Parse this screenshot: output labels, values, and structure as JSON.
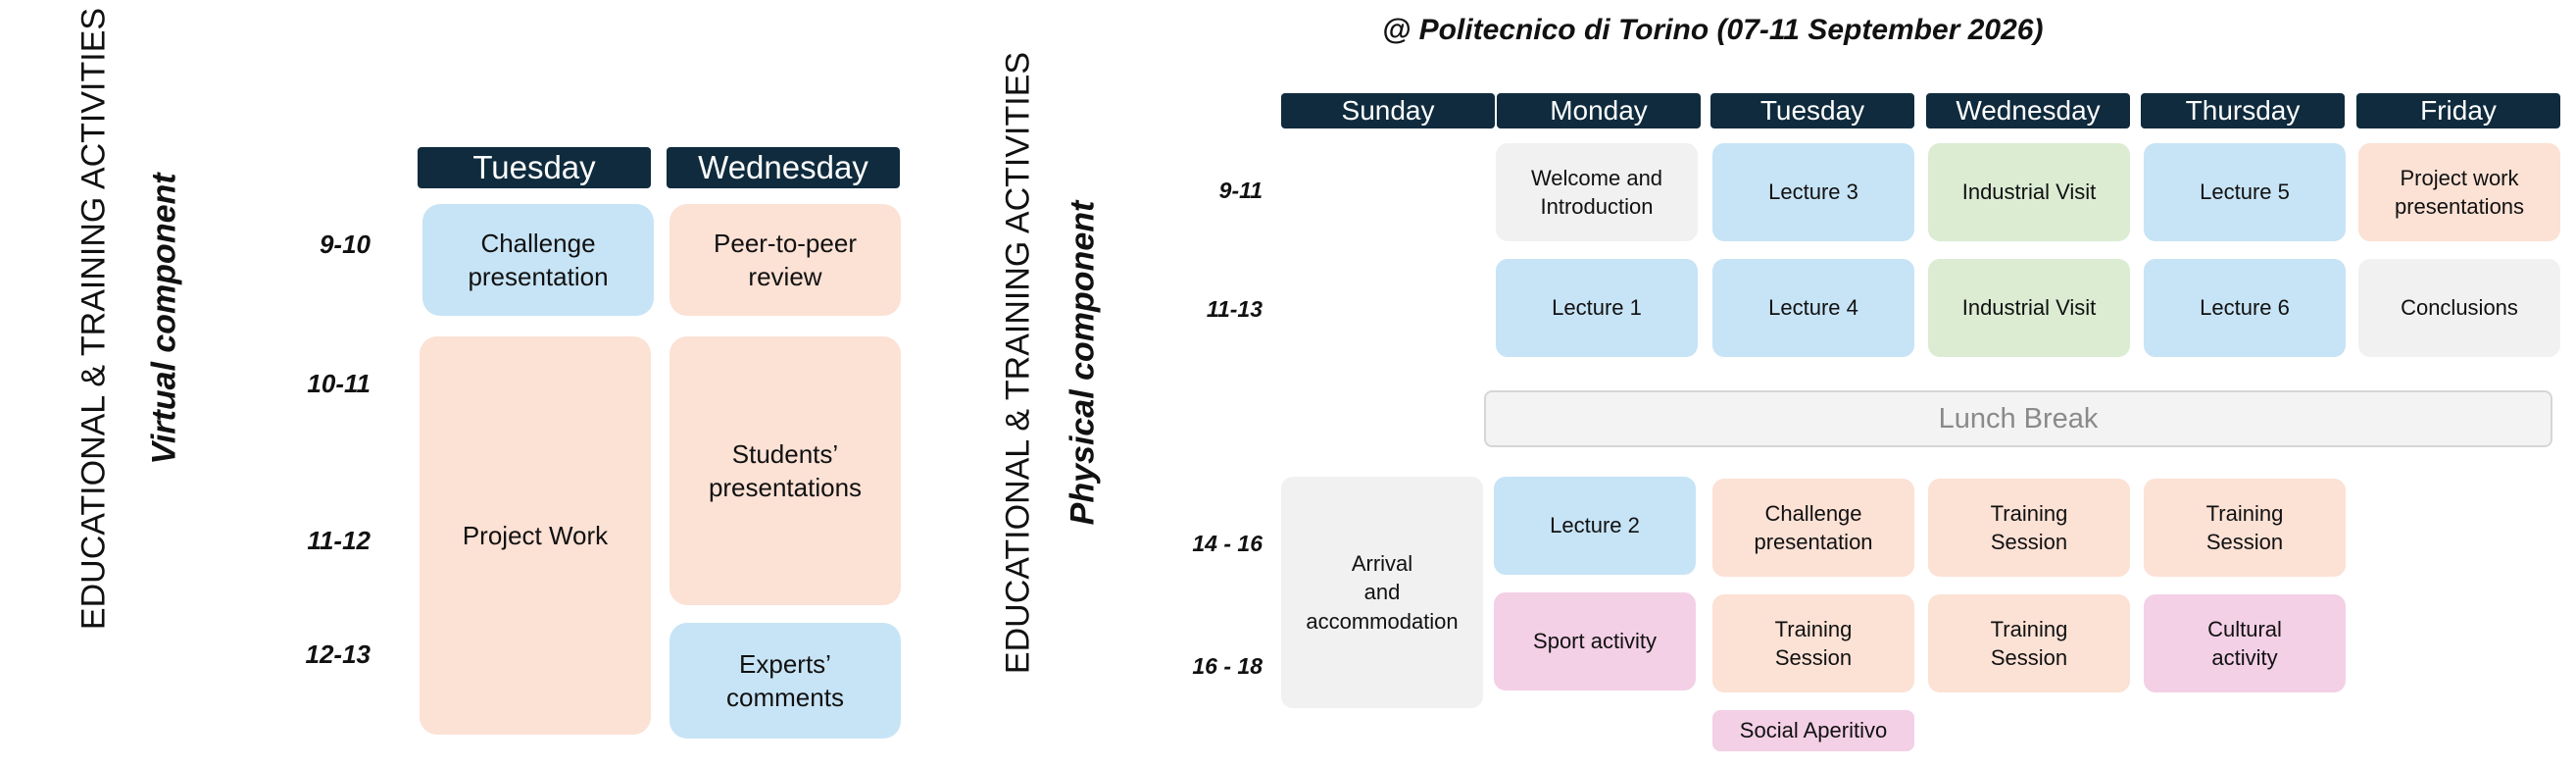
{
  "virtual": {
    "vertical_title": "EDUCATIONAL & TRAINING ACTIVITIES",
    "component_label": "Virtual component",
    "days": [
      "Tuesday",
      "Wednesday"
    ],
    "times": [
      "9-10",
      "10-11",
      "11-12",
      "12-13"
    ],
    "cells": {
      "tue_challenge": "Challenge\npresentation",
      "tue_project": "Project Work",
      "wed_peer": "Peer-to-peer\nreview",
      "wed_students": "Students’\npresentations",
      "wed_experts": "Experts’\ncomments"
    }
  },
  "physical": {
    "title": "@ Politecnico di Torino (07-11 September  2026)",
    "vertical_title": "EDUCATIONAL & TRAINING ACTIVITIES",
    "component_label": "Physical component",
    "days": [
      "Sunday",
      "Monday",
      "Tuesday",
      "Wednesday",
      "Thursday",
      "Friday"
    ],
    "times": [
      "9-11",
      "11-13",
      "14 - 16",
      "16 - 18"
    ],
    "lunch": "Lunch Break",
    "cells": {
      "sun_arrival": "Arrival\nand\naccommodation",
      "mon_welcome": "Welcome and\nIntroduction",
      "mon_lecture1": "Lecture 1",
      "mon_lecture2": "Lecture 2",
      "mon_sport": "Sport activity",
      "tue_lecture3": "Lecture 3",
      "tue_lecture4": "Lecture 4",
      "tue_challenge": "Challenge\npresentation",
      "tue_training": "Training\nSession",
      "tue_aperitivo": "Social Aperitivo",
      "wed_visit1": "Industrial Visit",
      "wed_visit2": "Industrial Visit",
      "wed_training1": "Training\nSession",
      "wed_training2": "Training\nSession",
      "thu_lecture5": "Lecture 5",
      "thu_lecture6": "Lecture 6",
      "thu_training": "Training\nSession",
      "thu_cultural": "Cultural\nactivity",
      "fri_project": "Project work\npresentations",
      "fri_conclusions": "Conclusions"
    }
  },
  "colors": {
    "header": "#0f2b3d",
    "lecture": "#c7e4f6",
    "session": "#fce1d5",
    "neutral": "#f1f1f1",
    "visit": "#dbecd3",
    "leisure": "#f3d0e6"
  }
}
